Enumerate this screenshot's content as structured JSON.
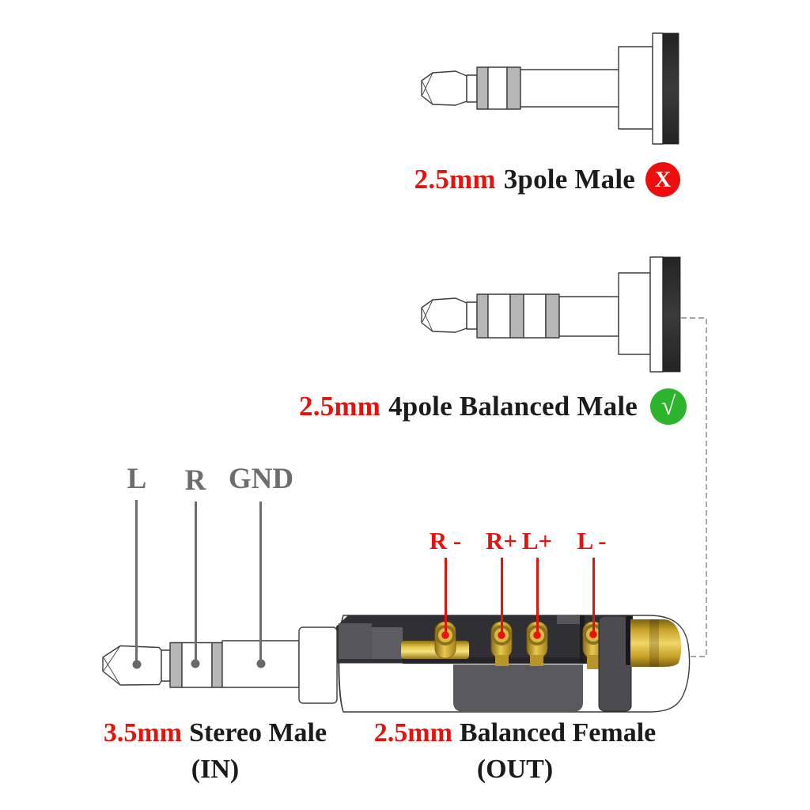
{
  "colors": {
    "accent_red": "#e8120c",
    "badge_red": "#ee0e0e",
    "badge_green": "#2cb42c",
    "pin_gray": "#6d6d6d",
    "text_black": "#1b1b1b",
    "gold": "#d8b93e"
  },
  "connector_3pole": {
    "size": "2.5mm",
    "name": "3pole Male",
    "badge": "X"
  },
  "connector_4pole": {
    "size": "2.5mm",
    "name": "4pole Balanced Male",
    "badge": "√"
  },
  "plug_in": {
    "size": "3.5mm",
    "name": "Stereo Male",
    "direction": "(IN)",
    "pins": [
      "L",
      "R",
      "GND"
    ]
  },
  "jack_out": {
    "size": "2.5mm",
    "name": "Balanced Female",
    "direction": "(OUT)",
    "pins": [
      "R -",
      "R+",
      "L+",
      "L -"
    ]
  }
}
